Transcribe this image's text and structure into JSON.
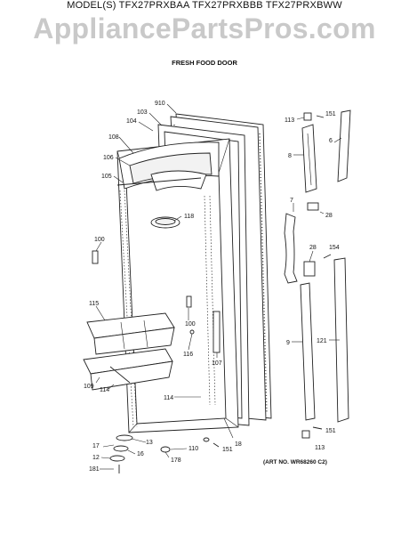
{
  "header": {
    "models": "MODEL(S) TFX27PRXBAA  TFX27PRXBBB  TFX27PRXBWW",
    "watermark": "AppliancePartsPros.com",
    "subtitle": "FRESH FOOD DOOR"
  },
  "art_number": "(ART NO. WR68260 C2)",
  "callouts": {
    "c910": "910",
    "c103": "103",
    "c104": "104",
    "c108": "108",
    "c106": "106",
    "c105": "105",
    "c118": "118",
    "c100a": "100",
    "c100b": "100",
    "c115": "115",
    "c116": "116",
    "c107": "107",
    "c109": "109",
    "c114a": "114",
    "c114b": "114",
    "c18": "18",
    "c113a": "113",
    "c151a": "151",
    "c6": "6",
    "c8": "8",
    "c7": "7",
    "c28a": "28",
    "c28b": "28",
    "c154": "154",
    "c9": "9",
    "c121": "121",
    "c151b": "151",
    "c113b": "113",
    "c17": "17",
    "c13": "13",
    "c16": "16",
    "c12": "12",
    "c181": "181",
    "c110": "110",
    "c178": "178",
    "c151c": "151"
  }
}
